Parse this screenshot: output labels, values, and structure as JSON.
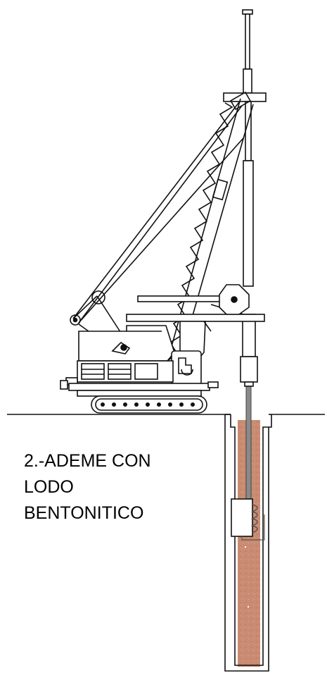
{
  "caption": {
    "lines": [
      "2.-ADEME CON",
      "LODO",
      "BENTONITICO"
    ]
  },
  "colors": {
    "line": "#111111",
    "slurry": "#c98b72",
    "slurry_edge": "#b5735a",
    "background": "#ffffff"
  },
  "icons": [
    "crane-rig-icon",
    "kelly-bar-icon",
    "auger-bucket-icon",
    "borehole-icon"
  ]
}
